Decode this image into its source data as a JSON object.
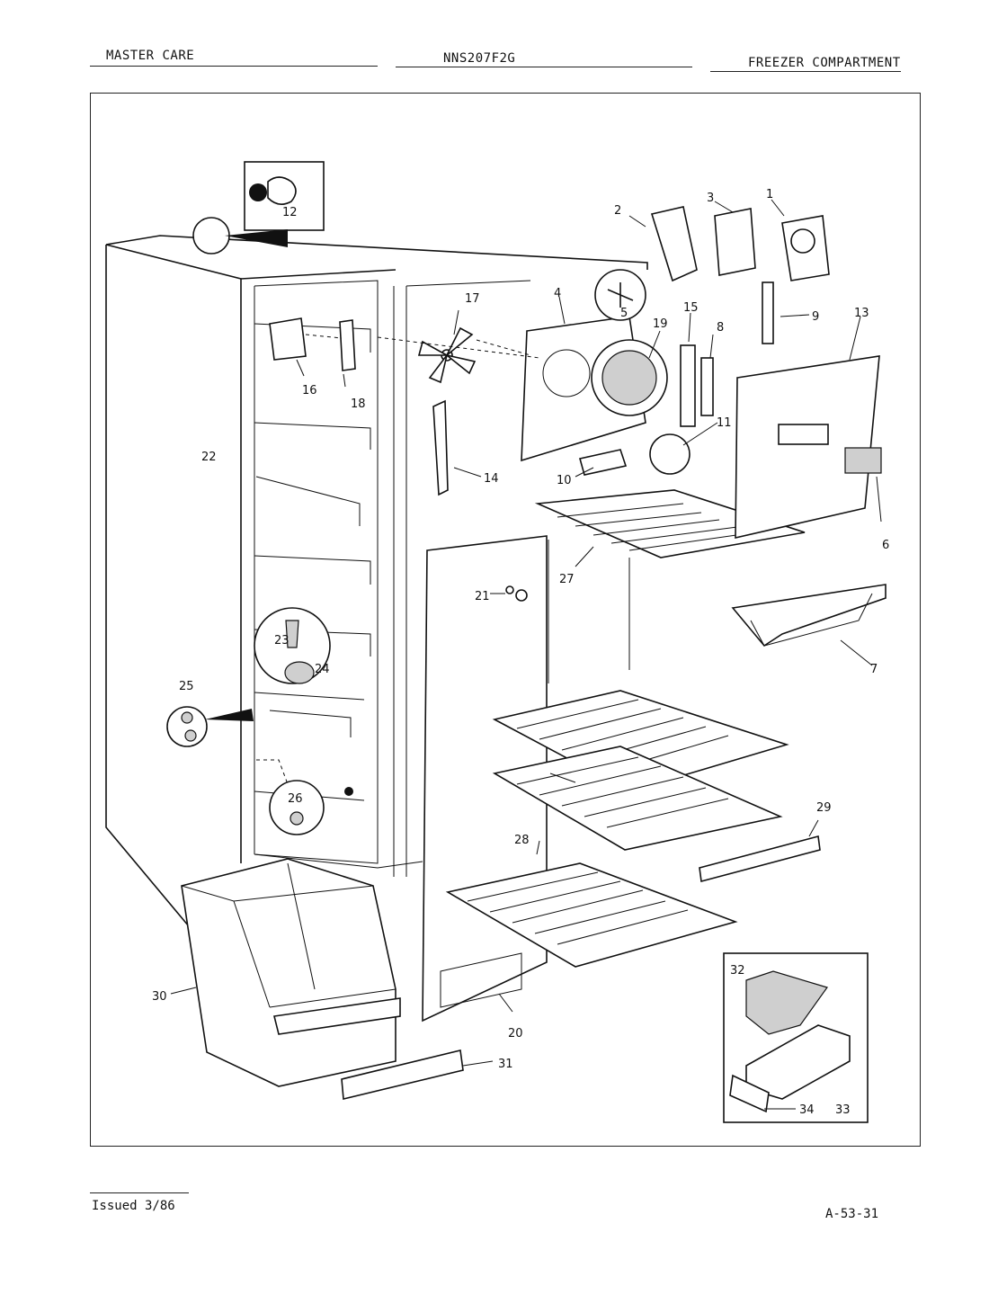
{
  "header": {
    "left": "MASTER CARE",
    "center": "NNS207F2G",
    "right": "FREEZER COMPARTMENT"
  },
  "footer": {
    "left": "Issued 3/86",
    "right": "A-53-31"
  },
  "callouts": [
    "1",
    "2",
    "3",
    "4",
    "5",
    "6",
    "7",
    "8",
    "9",
    "10",
    "11",
    "12",
    "13",
    "14",
    "15",
    "16",
    "17",
    "18",
    "19",
    "20",
    "21",
    "22",
    "23",
    "24",
    "25",
    "26",
    "27",
    "28",
    "29",
    "30",
    "31",
    "32",
    "33",
    "34"
  ]
}
